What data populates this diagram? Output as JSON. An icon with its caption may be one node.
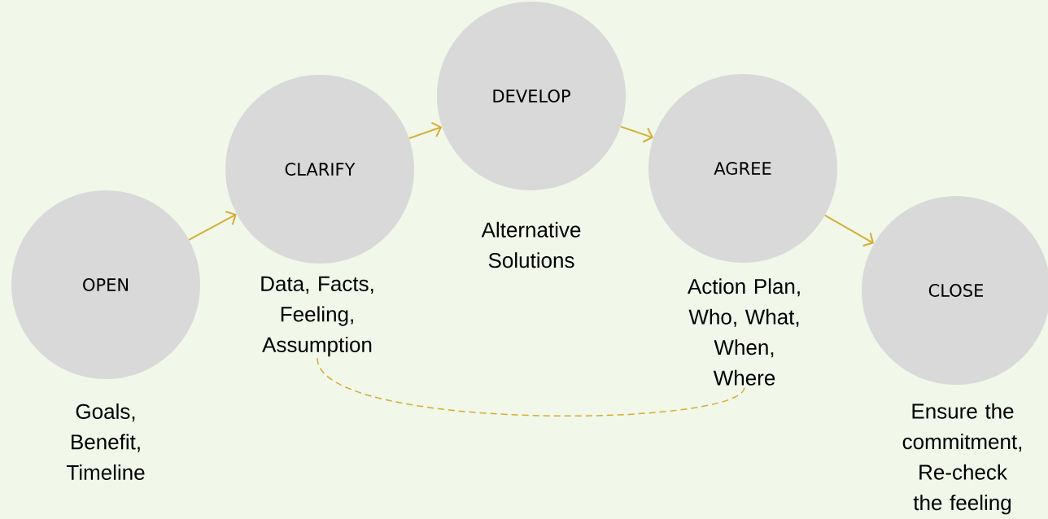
{
  "diagram": {
    "nodes": [
      {
        "text": [
          "OPEN"
        ],
        "beside": [
          "Goals, Benefit, Timeline"
        ]
      },
      {
        "text": [
          "CLARIFY"
        ]
      },
      {
        "text": [
          "DEVELOP"
        ],
        "beside": [
          "Alternative Solutions"
        ]
      },
      {
        "text": [
          "AGREE"
        ]
      },
      {
        "text": [
          "CLOSE"
        ],
        "beside": [
          "Ensure the commitment, Re-check the feeling"
        ]
      },
      {
        "text": [
          "Data, Facts, Feeling, Assumption"
        ]
      },
      {
        "text": [
          "Action Plan, Who, What, When, Where"
        ]
      }
    ],
    "edges": [
      {
        "from": 0,
        "to": 1,
        "arrow": "to"
      },
      {
        "from": 1,
        "to": 2,
        "arrow": "to"
      },
      {
        "from": 2,
        "to": 3,
        "arrow": "to"
      },
      {
        "from": 3,
        "to": 4,
        "arrow": "to"
      },
      {
        "from": 5,
        "to": 6,
        "arrow": "none",
        "style": "dashed"
      }
    ]
  }
}
